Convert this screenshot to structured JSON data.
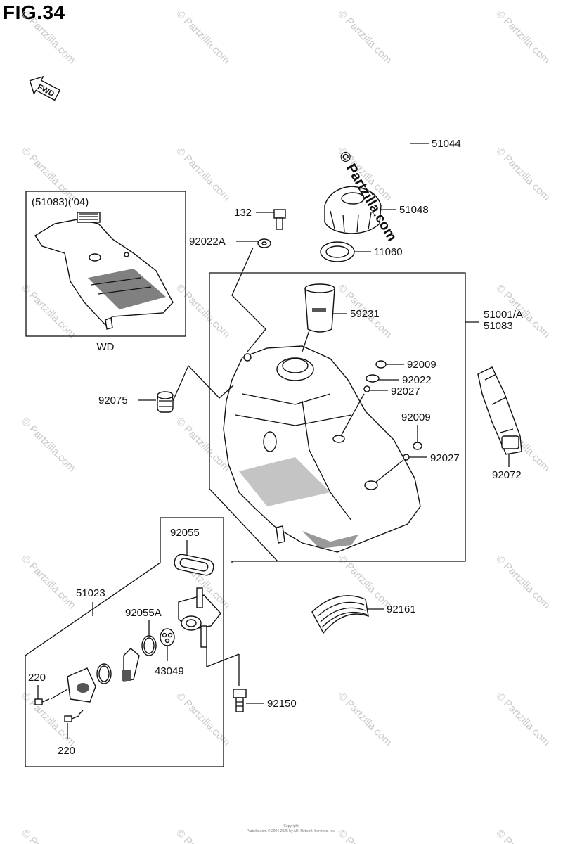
{
  "figure_title": "FIG.34",
  "fwd_label": "FWD",
  "inset": {
    "header": "(51083)('04)",
    "caption": "WD"
  },
  "callouts": {
    "c51044": "51044",
    "c51048": "51048",
    "c132": "132",
    "c92022A": "92022A",
    "c11060": "11060",
    "c59231": "59231",
    "c51001A": "51001/A",
    "c51083": "51083",
    "c92009a": "92009",
    "c92022": "92022",
    "c92027a": "92027",
    "c92075": "92075",
    "c92009b": "92009",
    "c92027b": "92027",
    "c92072": "92072",
    "c92055": "92055",
    "c51023": "51023",
    "c92055A": "92055A",
    "c92161": "92161",
    "c43049": "43049",
    "c220a": "220",
    "c92150": "92150",
    "c220b": "220"
  },
  "watermark": {
    "text": "© Partzilla.com",
    "center_text": "© Partzilla.com"
  },
  "copyright": {
    "line1": "Copyright",
    "line2": "Partzilla.com © 2004-2025 by ARI Network Services, Inc."
  }
}
